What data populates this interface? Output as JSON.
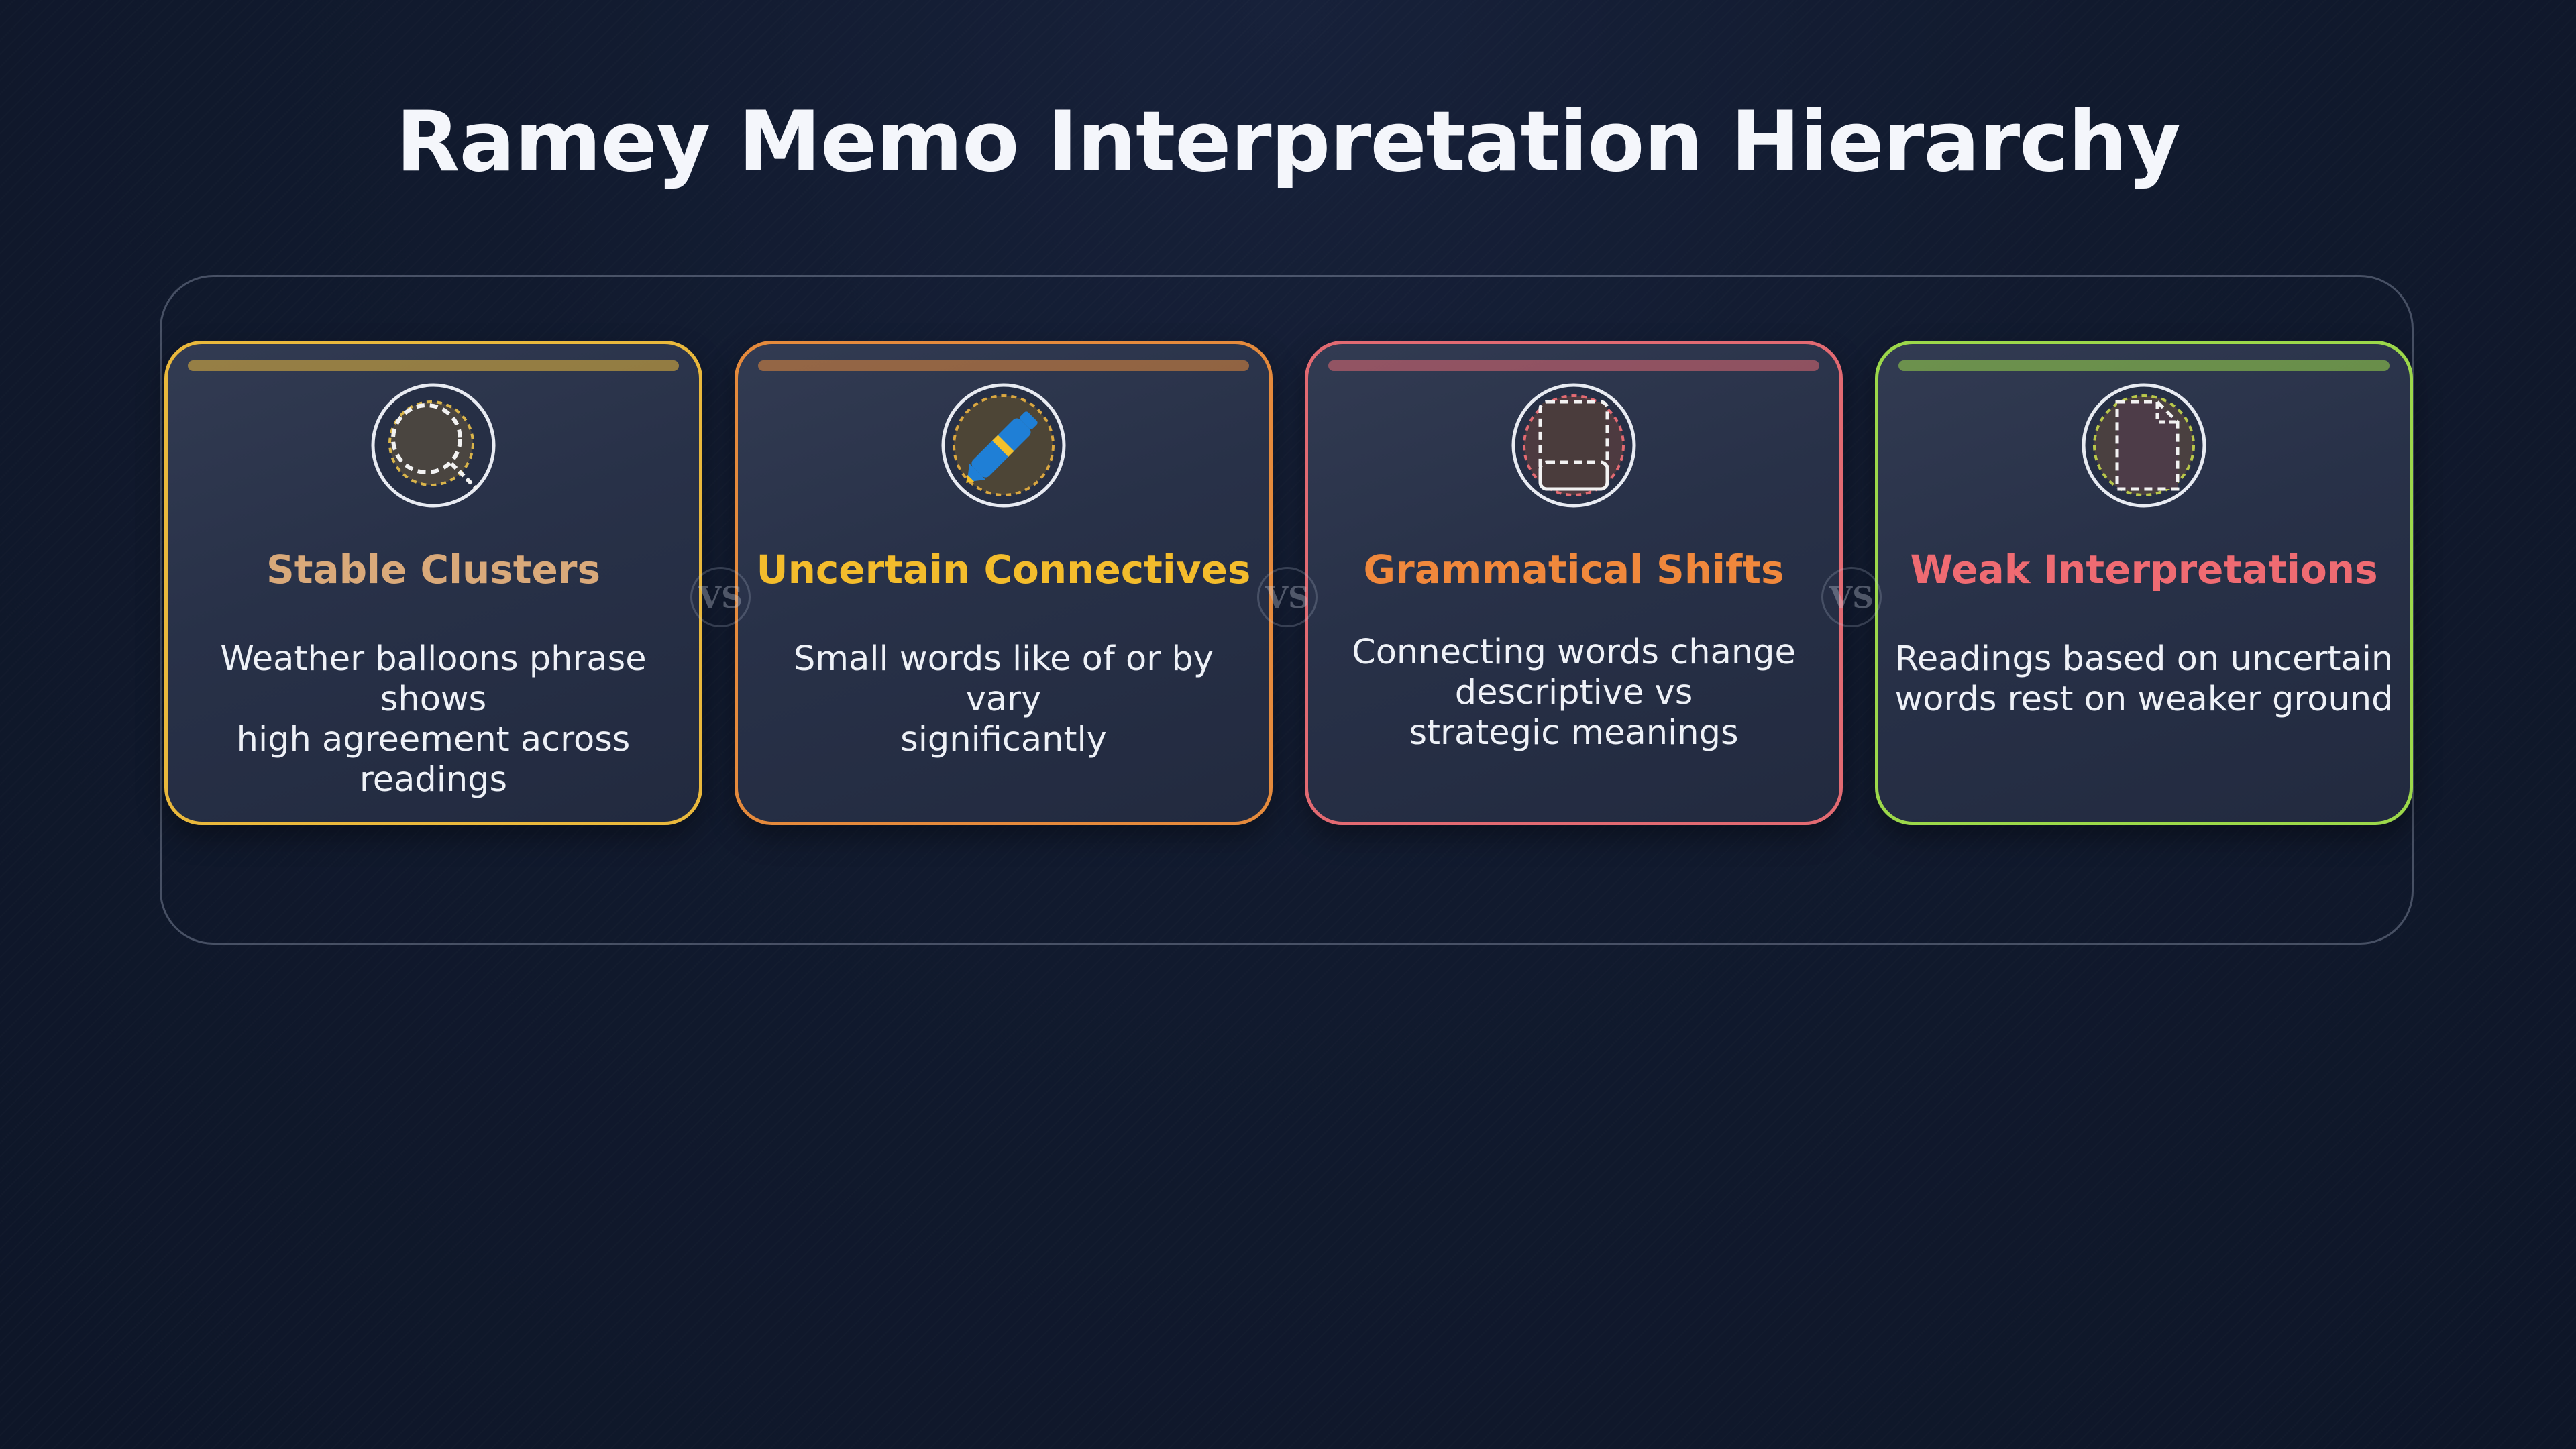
{
  "title": "Ramey Memo Interpretation Hierarchy",
  "connector_label": "VS",
  "cards": [
    {
      "heading": "Stable Clusters",
      "body": "Weather balloons phrase shows\nhigh agreement across readings",
      "icon": "magnifier-icon",
      "border_color": "#e9b83c",
      "heading_color": "#d9a97a"
    },
    {
      "heading": "Uncertain Connectives",
      "body": "Small words like of or by vary\nsignificantly",
      "icon": "pen-icon",
      "border_color": "#e58a3c",
      "heading_color": "#f3bc2c"
    },
    {
      "heading": "Grammatical Shifts",
      "body": "Connecting words change\ndescriptive vs\nstrategic meanings",
      "icon": "book-icon",
      "border_color": "#e26a72",
      "heading_color": "#f0883c"
    },
    {
      "heading": "Weak Interpretations",
      "body": "Readings based on uncertain\nwords rest on weaker ground",
      "icon": "document-icon",
      "border_color": "#9cd84a",
      "heading_color": "#ef6b72"
    }
  ]
}
